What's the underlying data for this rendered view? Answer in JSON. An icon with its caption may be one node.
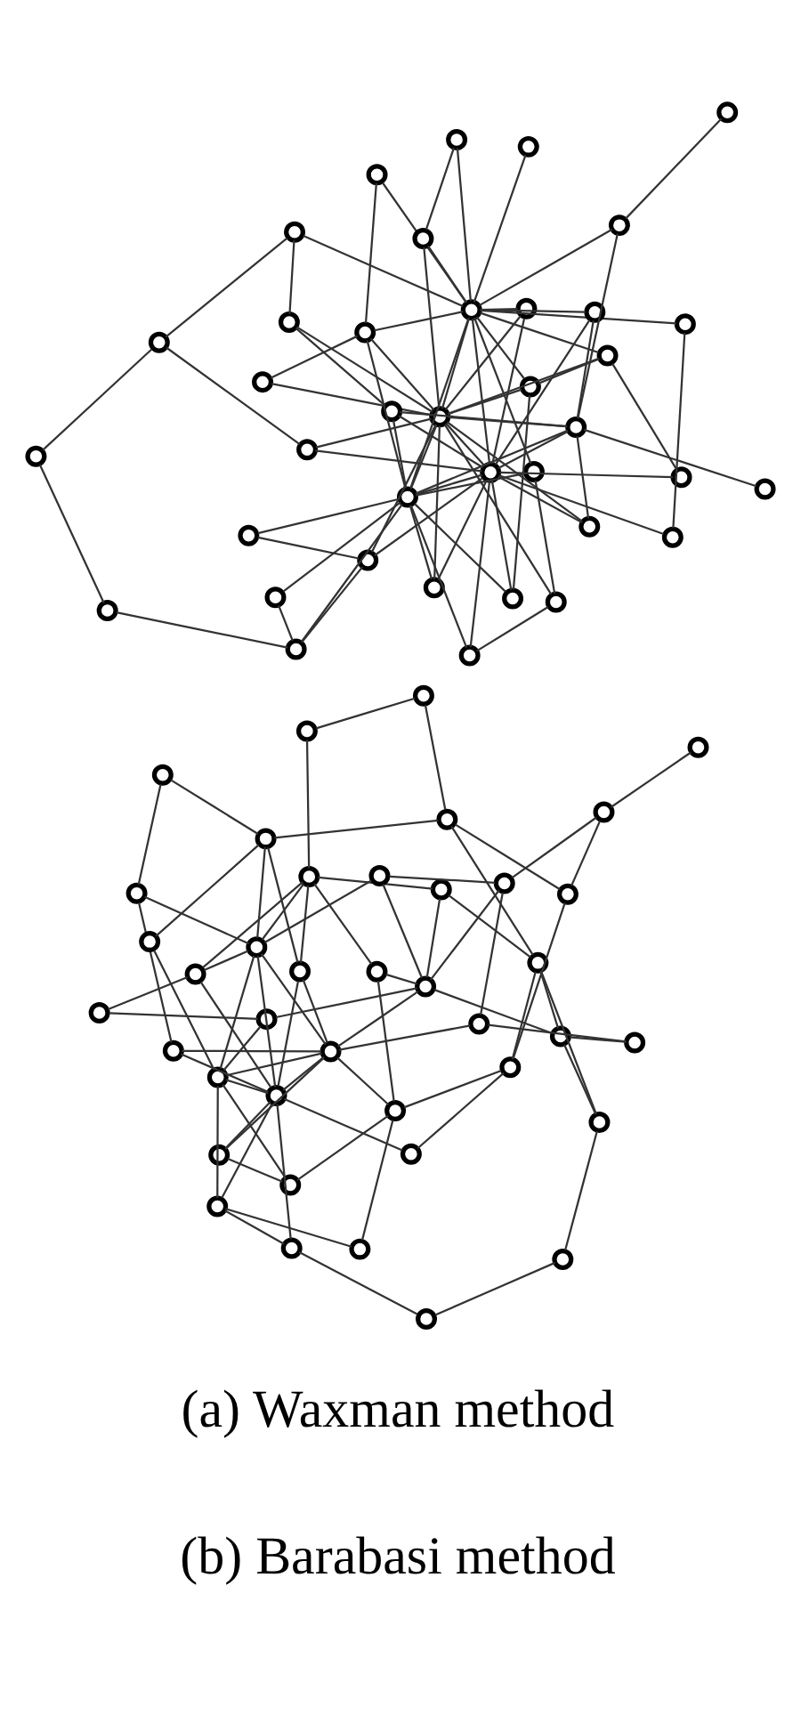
{
  "diagram": {
    "nodes": [
      {
        "text": [],
        "shape": "circle"
      },
      {
        "text": [],
        "shape": "circle"
      },
      {
        "text": [],
        "shape": "circle"
      },
      {
        "text": [],
        "shape": "circle"
      },
      {
        "text": [],
        "shape": "circle"
      },
      {
        "text": [],
        "shape": "circle"
      },
      {
        "text": [],
        "shape": "circle"
      },
      {
        "text": [],
        "shape": "circle"
      },
      {
        "text": [],
        "shape": "circle"
      },
      {
        "text": [],
        "shape": "circle"
      },
      {
        "text": [],
        "shape": "circle"
      },
      {
        "text": [],
        "shape": "circle"
      },
      {
        "text": [],
        "shape": "circle"
      },
      {
        "text": [],
        "shape": "circle"
      },
      {
        "text": [],
        "shape": "circle"
      },
      {
        "text": [],
        "shape": "circle"
      },
      {
        "text": [],
        "shape": "circle"
      },
      {
        "text": [],
        "shape": "circle"
      },
      {
        "text": [],
        "shape": "circle"
      },
      {
        "text": [],
        "shape": "circle"
      },
      {
        "text": [],
        "shape": "circle"
      },
      {
        "text": [],
        "shape": "circle"
      },
      {
        "text": [],
        "shape": "circle"
      },
      {
        "text": [],
        "shape": "circle"
      },
      {
        "text": [],
        "shape": "circle"
      },
      {
        "text": [],
        "shape": "circle"
      },
      {
        "text": [],
        "shape": "circle"
      },
      {
        "text": [],
        "shape": "circle"
      },
      {
        "text": [],
        "shape": "circle"
      },
      {
        "text": [],
        "shape": "circle"
      },
      {
        "text": [],
        "shape": "circle"
      },
      {
        "text": [],
        "shape": "circle"
      },
      {
        "text": [],
        "shape": "circle"
      },
      {
        "text": [],
        "shape": "circle"
      },
      {
        "text": [],
        "shape": "circle"
      },
      {
        "text": [],
        "shape": "circle"
      },
      {
        "text": [],
        "shape": "circle"
      },
      {
        "text": [],
        "shape": "circle"
      },
      {
        "text": [],
        "shape": "circle"
      },
      {
        "text": [],
        "shape": "circle"
      },
      {
        "text": [],
        "shape": "circle"
      },
      {
        "text": [],
        "shape": "circle"
      },
      {
        "text": [],
        "shape": "circle"
      },
      {
        "text": [],
        "shape": "circle"
      },
      {
        "text": [],
        "shape": "circle"
      },
      {
        "text": [],
        "shape": "circle"
      },
      {
        "text": [],
        "shape": "circle"
      },
      {
        "text": [],
        "shape": "circle"
      },
      {
        "text": [],
        "shape": "circle"
      },
      {
        "text": [],
        "shape": "circle"
      },
      {
        "text": [],
        "shape": "circle"
      },
      {
        "text": [],
        "shape": "circle"
      },
      {
        "text": [],
        "shape": "circle"
      },
      {
        "text": [],
        "shape": "circle"
      },
      {
        "text": [],
        "shape": "circle"
      },
      {
        "text": [],
        "shape": "circle"
      },
      {
        "text": [],
        "shape": "circle"
      },
      {
        "text": [],
        "shape": "circle"
      },
      {
        "text": [],
        "shape": "circle"
      },
      {
        "text": [],
        "shape": "circle"
      },
      {
        "text": [],
        "shape": "circle"
      },
      {
        "text": [],
        "shape": "circle"
      },
      {
        "text": [],
        "shape": "circle"
      },
      {
        "text": [],
        "shape": "circle"
      },
      {
        "text": [],
        "shape": "circle"
      },
      {
        "text": [],
        "shape": "circle"
      },
      {
        "text": [],
        "shape": "circle"
      },
      {
        "text": [],
        "shape": "circle"
      },
      {
        "text": [],
        "shape": "circle"
      },
      {
        "text": [],
        "shape": "circle"
      },
      {
        "text": [],
        "shape": "circle"
      },
      {
        "text": [],
        "shape": "circle"
      },
      {
        "text": [],
        "shape": "circle"
      },
      {
        "text": [],
        "shape": "circle"
      },
      {
        "text": [],
        "shape": "circle"
      },
      {
        "text": [],
        "shape": "circle"
      },
      {
        "text": [],
        "shape": "circle"
      },
      {
        "text": [],
        "shape": "circle"
      }
    ],
    "edges": [
      {
        "from": 0,
        "to": 16,
        "arrow": "none"
      },
      {
        "from": 0,
        "to": 8,
        "arrow": "none"
      },
      {
        "from": 0,
        "to": 29,
        "arrow": "none"
      },
      {
        "from": 0,
        "to": 22,
        "arrow": "none"
      },
      {
        "from": 1,
        "to": 13,
        "arrow": "none"
      },
      {
        "from": 2,
        "to": 3,
        "arrow": "none"
      },
      {
        "from": 2,
        "to": 8,
        "arrow": "none"
      },
      {
        "from": 2,
        "to": 37,
        "arrow": "none"
      },
      {
        "from": 3,
        "to": 9,
        "arrow": "none"
      },
      {
        "from": 3,
        "to": 10,
        "arrow": "none"
      },
      {
        "from": 3,
        "to": 17,
        "arrow": "none"
      },
      {
        "from": 3,
        "to": 12,
        "arrow": "none"
      },
      {
        "from": 3,
        "to": 25,
        "arrow": "none"
      },
      {
        "from": 3,
        "to": 26,
        "arrow": "none"
      },
      {
        "from": 4,
        "to": 33,
        "arrow": "none"
      },
      {
        "from": 4,
        "to": 22,
        "arrow": "none"
      },
      {
        "from": 5,
        "to": 9,
        "arrow": "none"
      },
      {
        "from": 5,
        "to": 8,
        "arrow": "none"
      },
      {
        "from": 5,
        "to": 6,
        "arrow": "none"
      },
      {
        "from": 7,
        "to": 25,
        "arrow": "none"
      },
      {
        "from": 7,
        "to": 36,
        "arrow": "none"
      },
      {
        "from": 8,
        "to": 9,
        "arrow": "none"
      },
      {
        "from": 8,
        "to": 21,
        "arrow": "none"
      },
      {
        "from": 9,
        "to": 14,
        "arrow": "none"
      },
      {
        "from": 10,
        "to": 20,
        "arrow": "none"
      },
      {
        "from": 11,
        "to": 18,
        "arrow": "none"
      },
      {
        "from": 12,
        "to": 13,
        "arrow": "none"
      },
      {
        "from": 13,
        "to": 16,
        "arrow": "none"
      },
      {
        "from": 14,
        "to": 24,
        "arrow": "none"
      },
      {
        "from": 15,
        "to": 18,
        "arrow": "none"
      },
      {
        "from": 15,
        "to": 38,
        "arrow": "none"
      },
      {
        "from": 16,
        "to": 21,
        "arrow": "none"
      },
      {
        "from": 17,
        "to": 22,
        "arrow": "none"
      },
      {
        "from": 17,
        "to": 37,
        "arrow": "none"
      },
      {
        "from": 18,
        "to": 19,
        "arrow": "none"
      },
      {
        "from": 18,
        "to": 21,
        "arrow": "none"
      },
      {
        "from": 18,
        "to": 32,
        "arrow": "none"
      },
      {
        "from": 19,
        "to": 25,
        "arrow": "none"
      },
      {
        "from": 19,
        "to": 38,
        "arrow": "none"
      },
      {
        "from": 19,
        "to": 39,
        "arrow": "none"
      },
      {
        "from": 19,
        "to": 36,
        "arrow": "none"
      },
      {
        "from": 19,
        "to": 31,
        "arrow": "none"
      },
      {
        "from": 19,
        "to": 37,
        "arrow": "none"
      },
      {
        "from": 19,
        "to": 26,
        "arrow": "none"
      },
      {
        "from": 20,
        "to": 31,
        "arrow": "none"
      },
      {
        "from": 21,
        "to": 27,
        "arrow": "none"
      },
      {
        "from": 22,
        "to": 25,
        "arrow": "none"
      },
      {
        "from": 22,
        "to": 30,
        "arrow": "none"
      },
      {
        "from": 23,
        "to": 37,
        "arrow": "none"
      },
      {
        "from": 24,
        "to": 25,
        "arrow": "none"
      },
      {
        "from": 24,
        "to": 12,
        "arrow": "none"
      },
      {
        "from": 25,
        "to": 28,
        "arrow": "none"
      },
      {
        "from": 25,
        "to": 38,
        "arrow": "none"
      },
      {
        "from": 25,
        "to": 39,
        "arrow": "none"
      },
      {
        "from": 25,
        "to": 32,
        "arrow": "none"
      },
      {
        "from": 26,
        "to": 12,
        "arrow": "none"
      },
      {
        "from": 28,
        "to": 30,
        "arrow": "none"
      },
      {
        "from": 28,
        "to": 39,
        "arrow": "none"
      },
      {
        "from": 29,
        "to": 39,
        "arrow": "none"
      },
      {
        "from": 30,
        "to": 38,
        "arrow": "none"
      },
      {
        "from": 33,
        "to": 34,
        "arrow": "none"
      },
      {
        "from": 33,
        "to": 38,
        "arrow": "none"
      },
      {
        "from": 33,
        "to": 39,
        "arrow": "none"
      },
      {
        "from": 34,
        "to": 39,
        "arrow": "none"
      },
      {
        "from": 35,
        "to": 6,
        "arrow": "none"
      },
      {
        "from": 35,
        "to": 34,
        "arrow": "none"
      },
      {
        "from": 31,
        "to": 37,
        "arrow": "none"
      },
      {
        "from": 32,
        "to": 37,
        "arrow": "none"
      },
      {
        "from": 31,
        "to": 39,
        "arrow": "none"
      },
      {
        "from": 32,
        "to": 39,
        "arrow": "none"
      },
      {
        "from": 38,
        "to": 39,
        "arrow": "none"
      },
      {
        "from": 38,
        "to": 10,
        "arrow": "none"
      },
      {
        "from": 39,
        "to": 7,
        "arrow": "none"
      },
      {
        "from": 11,
        "to": 36,
        "arrow": "none"
      },
      {
        "from": 23,
        "to": 27,
        "arrow": "none"
      },
      {
        "from": 40,
        "to": 41,
        "arrow": "none"
      },
      {
        "from": 40,
        "to": 42,
        "arrow": "none"
      },
      {
        "from": 40,
        "to": 43,
        "arrow": "none"
      },
      {
        "from": 40,
        "to": 44,
        "arrow": "none"
      },
      {
        "from": 40,
        "to": 52,
        "arrow": "none"
      },
      {
        "from": 40,
        "to": 59,
        "arrow": "none"
      },
      {
        "from": 40,
        "to": 63,
        "arrow": "none"
      },
      {
        "from": 40,
        "to": 73,
        "arrow": "none"
      },
      {
        "from": 40,
        "to": 64,
        "arrow": "none"
      },
      {
        "from": 40,
        "to": 66,
        "arrow": "none"
      },
      {
        "from": 40,
        "to": 75,
        "arrow": "none"
      },
      {
        "from": 40,
        "to": 76,
        "arrow": "none"
      },
      {
        "from": 40,
        "to": 71,
        "arrow": "none"
      },
      {
        "from": 40,
        "to": 72,
        "arrow": "none"
      },
      {
        "from": 40,
        "to": 61,
        "arrow": "none"
      },
      {
        "from": 40,
        "to": 54,
        "arrow": "none"
      },
      {
        "from": 41,
        "to": 42,
        "arrow": "none"
      },
      {
        "from": 41,
        "to": 43,
        "arrow": "none"
      },
      {
        "from": 41,
        "to": 44,
        "arrow": "none"
      },
      {
        "from": 41,
        "to": 50,
        "arrow": "none"
      },
      {
        "from": 41,
        "to": 49,
        "arrow": "none"
      },
      {
        "from": 41,
        "to": 58,
        "arrow": "none"
      },
      {
        "from": 41,
        "to": 59,
        "arrow": "none"
      },
      {
        "from": 41,
        "to": 70,
        "arrow": "none"
      },
      {
        "from": 41,
        "to": 71,
        "arrow": "none"
      },
      {
        "from": 41,
        "to": 72,
        "arrow": "none"
      },
      {
        "from": 41,
        "to": 52,
        "arrow": "none"
      },
      {
        "from": 41,
        "to": 68,
        "arrow": "none"
      },
      {
        "from": 41,
        "to": 77,
        "arrow": "none"
      },
      {
        "from": 41,
        "to": 56,
        "arrow": "none"
      },
      {
        "from": 41,
        "to": 60,
        "arrow": "none"
      },
      {
        "from": 42,
        "to": 44,
        "arrow": "none"
      },
      {
        "from": 42,
        "to": 50,
        "arrow": "none"
      },
      {
        "from": 42,
        "to": 57,
        "arrow": "none"
      },
      {
        "from": 42,
        "to": 58,
        "arrow": "none"
      },
      {
        "from": 42,
        "to": 62,
        "arrow": "none"
      },
      {
        "from": 42,
        "to": 73,
        "arrow": "none"
      },
      {
        "from": 42,
        "to": 74,
        "arrow": "none"
      },
      {
        "from": 42,
        "to": 55,
        "arrow": "none"
      },
      {
        "from": 42,
        "to": 67,
        "arrow": "none"
      },
      {
        "from": 42,
        "to": 72,
        "arrow": "none"
      },
      {
        "from": 42,
        "to": 51,
        "arrow": "none"
      },
      {
        "from": 44,
        "to": 43,
        "arrow": "none"
      },
      {
        "from": 44,
        "to": 45,
        "arrow": "none"
      },
      {
        "from": 44,
        "to": 50,
        "arrow": "none"
      },
      {
        "from": 44,
        "to": 57,
        "arrow": "none"
      },
      {
        "from": 44,
        "to": 70,
        "arrow": "none"
      },
      {
        "from": 44,
        "to": 74,
        "arrow": "none"
      },
      {
        "from": 44,
        "to": 56,
        "arrow": "none"
      },
      {
        "from": 44,
        "to": 55,
        "arrow": "none"
      },
      {
        "from": 44,
        "to": 76,
        "arrow": "none"
      },
      {
        "from": 44,
        "to": 77,
        "arrow": "none"
      },
      {
        "from": 44,
        "to": 58,
        "arrow": "none"
      },
      {
        "from": 44,
        "to": 53,
        "arrow": "none"
      },
      {
        "from": 45,
        "to": 75,
        "arrow": "none"
      },
      {
        "from": 46,
        "to": 48,
        "arrow": "none"
      },
      {
        "from": 46,
        "to": 65,
        "arrow": "none"
      },
      {
        "from": 48,
        "to": 67,
        "arrow": "none"
      },
      {
        "from": 49,
        "to": 73,
        "arrow": "none"
      },
      {
        "from": 49,
        "to": 74,
        "arrow": "none"
      },
      {
        "from": 50,
        "to": 57,
        "arrow": "none"
      },
      {
        "from": 50,
        "to": 56,
        "arrow": "none"
      },
      {
        "from": 50,
        "to": 69,
        "arrow": "none"
      },
      {
        "from": 50,
        "to": 63,
        "arrow": "none"
      },
      {
        "from": 50,
        "to": 76,
        "arrow": "none"
      },
      {
        "from": 51,
        "to": 67,
        "arrow": "none"
      },
      {
        "from": 53,
        "to": 71,
        "arrow": "none"
      },
      {
        "from": 54,
        "to": 72,
        "arrow": "none"
      },
      {
        "from": 55,
        "to": 52,
        "arrow": "none"
      },
      {
        "from": 57,
        "to": 60,
        "arrow": "none"
      },
      {
        "from": 64,
        "to": 65,
        "arrow": "none"
      },
      {
        "from": 64,
        "to": 60,
        "arrow": "none"
      },
      {
        "from": 62,
        "to": 77,
        "arrow": "none"
      },
      {
        "from": 59,
        "to": 61,
        "arrow": "none"
      },
      {
        "from": 65,
        "to": 70,
        "arrow": "none"
      },
      {
        "from": 67,
        "to": 77,
        "arrow": "none"
      },
      {
        "from": 68,
        "to": 72,
        "arrow": "none"
      },
      {
        "from": 71,
        "to": 52,
        "arrow": "none"
      },
      {
        "from": 47,
        "to": 63,
        "arrow": "none"
      }
    ],
    "labels": [
      "(a) Waxman method",
      "(b) Barabasi method"
    ]
  }
}
